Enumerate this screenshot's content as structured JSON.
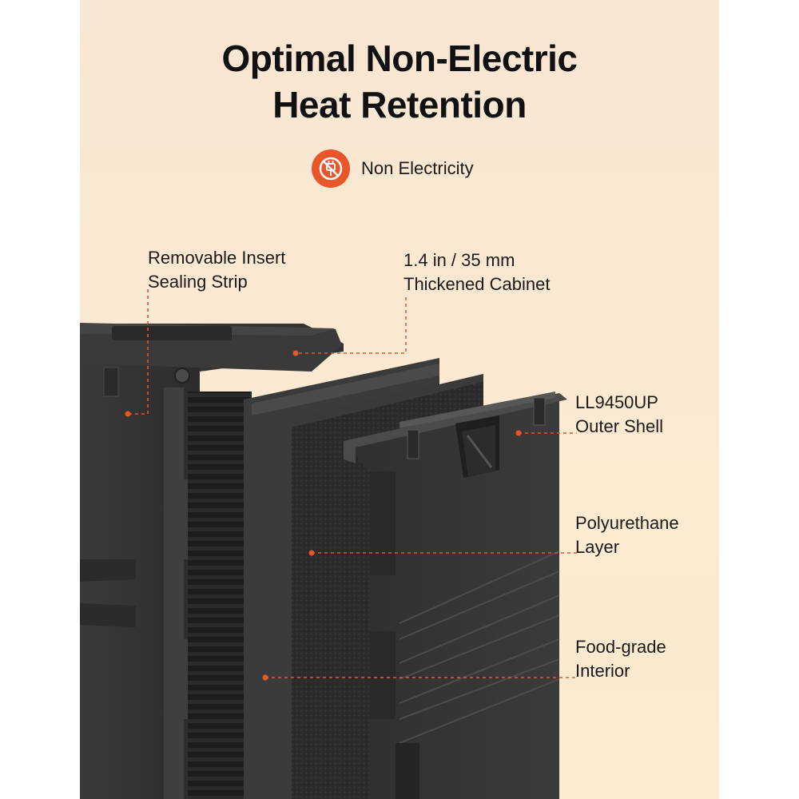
{
  "title": {
    "line1": "Optimal Non-Electric",
    "line2": "Heat Retention"
  },
  "badge": {
    "icon": "no-plug-icon",
    "label": "Non Electricity",
    "color": "#e8562a"
  },
  "callouts": {
    "sealing": {
      "line1": "Removable Insert",
      "line2": "Sealing Strip"
    },
    "cabinet": {
      "line1": "1.4 in / 35 mm",
      "line2": "Thickened Cabinet"
    },
    "shell": {
      "line1": "LL9450UP",
      "line2": "Outer Shell"
    },
    "polyurethane": {
      "line1": "Polyurethane",
      "line2": "Layer"
    },
    "interior": {
      "line1": "Food-grade",
      "line2": "Interior"
    }
  },
  "accent_color": "#e8562a"
}
